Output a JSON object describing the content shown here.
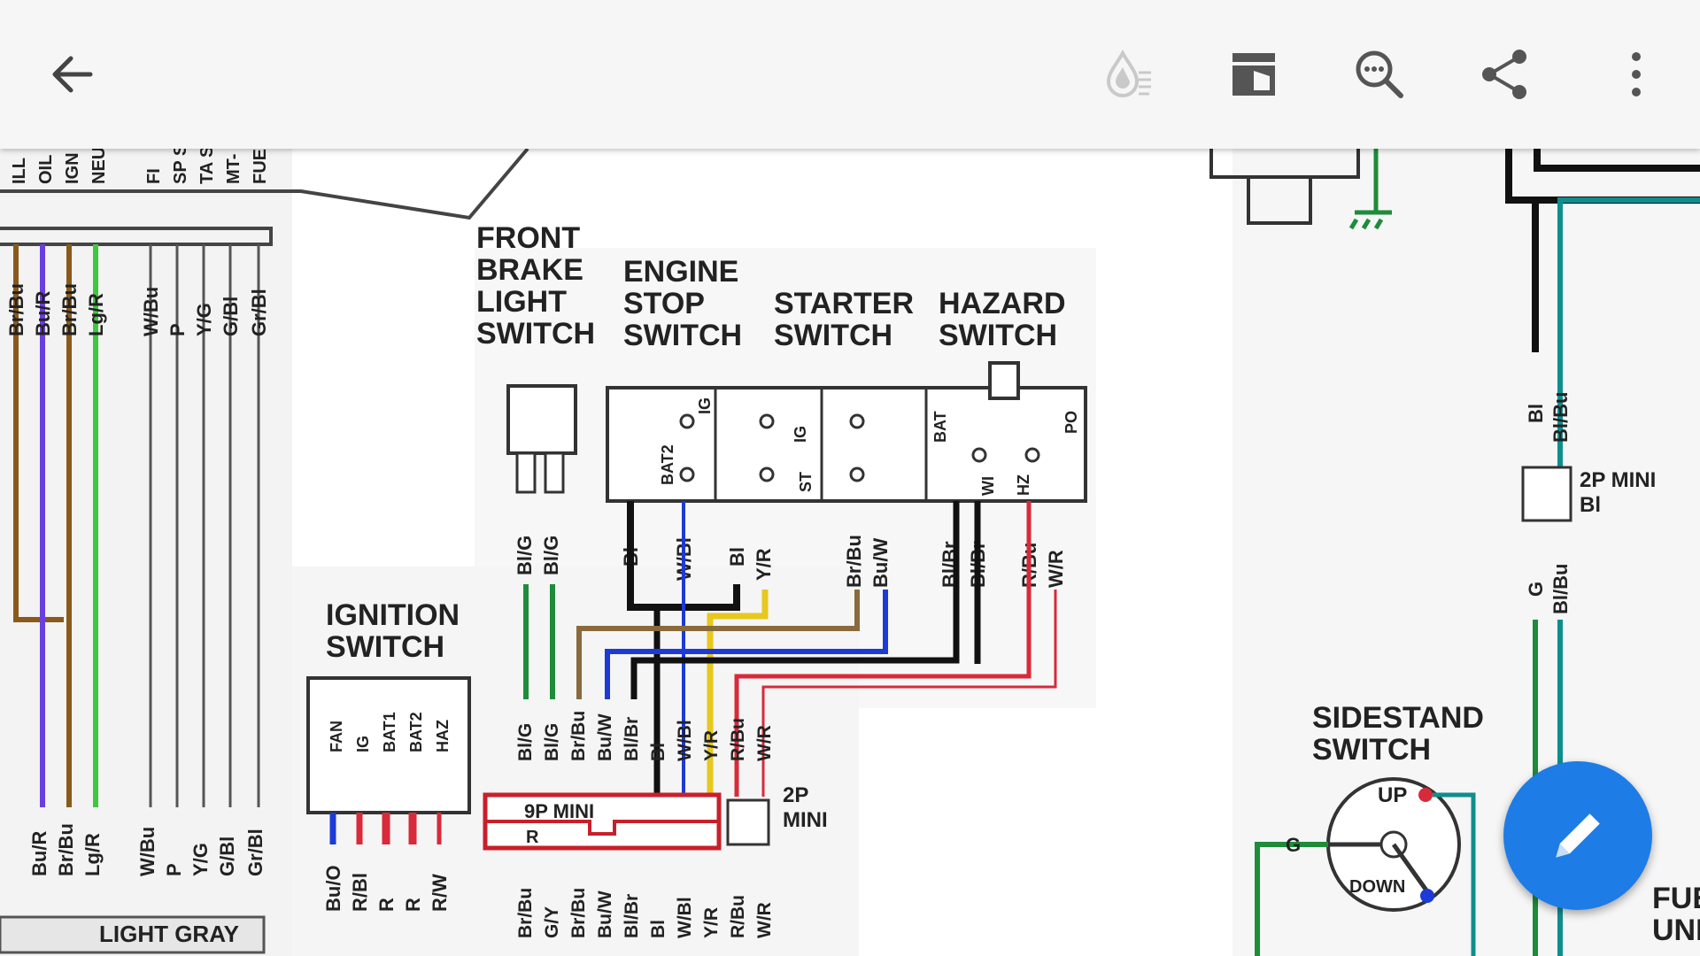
{
  "toolbar": {
    "back_icon": "arrow-left-icon",
    "actions": [
      {
        "icon": "color-filter-icon"
      },
      {
        "icon": "layout-icon"
      },
      {
        "icon": "zoom-search-icon"
      },
      {
        "icon": "share-icon"
      },
      {
        "icon": "more-vert-icon"
      }
    ]
  },
  "fab": {
    "icon": "pencil-icon",
    "color": "#1e7ce6"
  },
  "diagram": {
    "top_labels": [
      "ILL",
      "OIL",
      "IGN",
      "NEU",
      "FI",
      "SP S",
      "TA S",
      "MT-",
      "FUE"
    ],
    "left_upper_wires": [
      "Br/Bu",
      "Bu/R",
      "Br/Bu",
      "Lg/R",
      "W/Bu",
      "P",
      "Y/G",
      "G/Bl",
      "Gr/Bl"
    ],
    "left_lower_wires": [
      "Bu/R",
      "Br/Bu",
      "Lg/R",
      "W/Bu",
      "P",
      "Y/G",
      "G/Bl",
      "Gr/Bl"
    ],
    "connector_label": "LIGHT GRAY",
    "front_brake": {
      "title": [
        "FRONT",
        "BRAKE",
        "LIGHT",
        "SWITCH"
      ],
      "wires": [
        "Bl/G",
        "Bl/G"
      ]
    },
    "engine_stop": {
      "title": [
        "ENGINE",
        "STOP",
        "SWITCH"
      ],
      "terminals": [
        "BAT2",
        "IG"
      ],
      "wires": [
        "Bl",
        "W/Bl"
      ]
    },
    "starter": {
      "title": [
        "STARTER",
        "SWITCH"
      ],
      "terminals": [
        "IG",
        "ST"
      ],
      "wires": [
        "Bl",
        "Y/R",
        "Br/Bu",
        "Bu/W"
      ]
    },
    "hazard": {
      "title": [
        "HAZARD",
        "SWITCH"
      ],
      "terminals": [
        "BAT",
        "WI",
        "HZ",
        "PO"
      ],
      "wires": [
        "Bl/Br",
        "Bl/Br",
        "R/Bu",
        "W/R"
      ]
    },
    "ignition": {
      "title": [
        "IGNITION",
        "SWITCH"
      ],
      "terminals": [
        "FAN",
        "IG",
        "BAT1",
        "BAT2",
        "HAZ"
      ],
      "wires": [
        "Bu/O",
        "R/Bl",
        "R",
        "R",
        "R/W"
      ]
    },
    "connector_9p": {
      "label": "9P MINI",
      "sub": "R",
      "upper_wires": [
        "Bl/G",
        "Bl/G",
        "Br/Bu",
        "Bu/W",
        "Bl/Br",
        "Bl",
        "W/Bl",
        "Y/R",
        "R/Bu",
        "W/R"
      ],
      "lower_wires": [
        "Br/Bu",
        "G/Y",
        "Br/Bu",
        "Bu/W",
        "Bl/Br",
        "Bl",
        "W/Bl",
        "Y/R",
        "R/Bu",
        "W/R"
      ]
    },
    "connector_2p_mid": {
      "label": [
        "2P",
        "MINI"
      ]
    },
    "right_connector": {
      "label": [
        "2P MINI",
        "Bl"
      ],
      "upper_wires": [
        "Bl",
        "Bl/Bu"
      ],
      "lower_wires": [
        "G",
        "Bl/Bu"
      ]
    },
    "sidestand": {
      "title": [
        "SIDESTAND",
        "SWITCH"
      ],
      "up": "UP",
      "down": "DOWN",
      "ground": "G"
    },
    "fuel_partial": [
      "FUE",
      "UNI"
    ]
  }
}
